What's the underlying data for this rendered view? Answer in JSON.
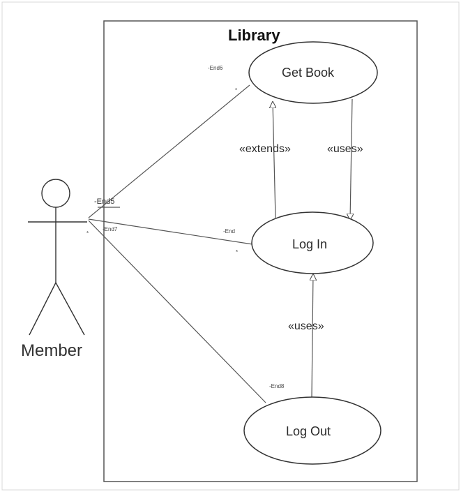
{
  "diagram": {
    "system_title": "Library",
    "actor": {
      "name": "Member"
    },
    "use_cases": {
      "get_book": "Get Book",
      "log_in": "Log In",
      "log_out": "Log Out"
    },
    "relations": {
      "extends": "«extends»",
      "uses_getbook_login": "«uses»",
      "uses_logout_login": "«uses»"
    },
    "association_labels": {
      "getbook_end": "-End6",
      "getbook_mult": "*",
      "actor_end": "-End5",
      "actor_mult": "*",
      "login_actor_end": "-End7",
      "login_end": "-End",
      "login_mult": "*",
      "logout_end": "-End8"
    }
  }
}
